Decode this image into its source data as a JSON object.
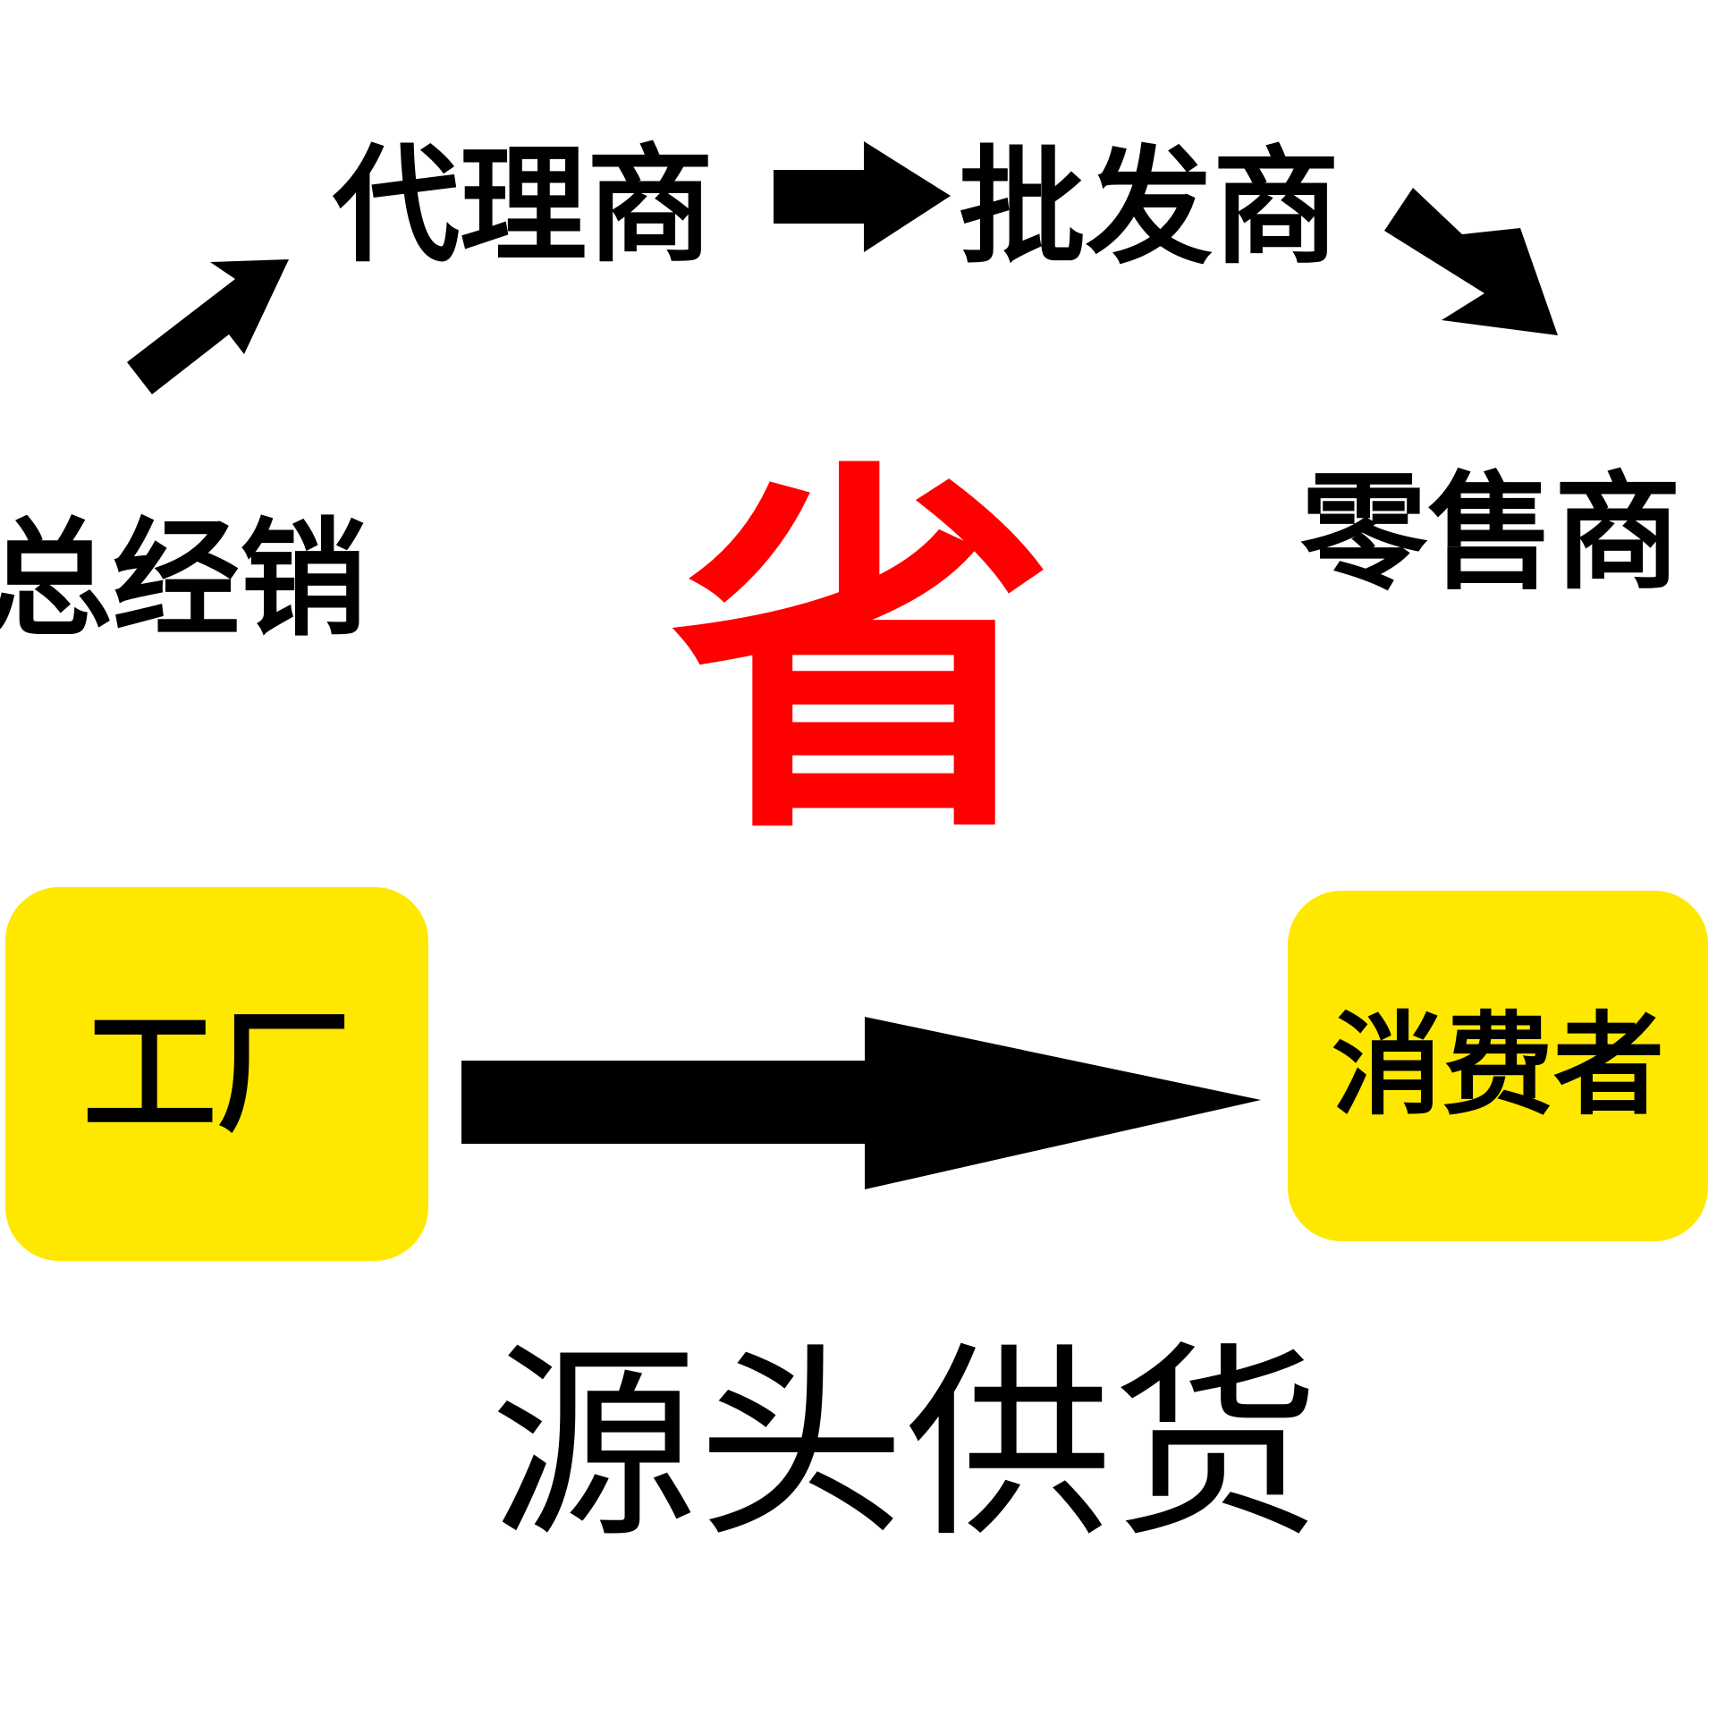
{
  "chain": {
    "distributor": "总经销",
    "agent": "代理商",
    "wholesaler": "批发商",
    "retailer": "零售商"
  },
  "highlight": {
    "save": "省"
  },
  "direct": {
    "factory": "工厂",
    "consumer": "消费者"
  },
  "tagline": "源头供货",
  "colors": {
    "accent_red": "#ff0000",
    "box_yellow": "#ffe800",
    "text_black": "#000000",
    "background": "#ffffff"
  },
  "icons": [
    "arrow-up-right-icon",
    "arrow-right-icon",
    "arrow-down-right-icon",
    "big-arrow-right-icon"
  ]
}
